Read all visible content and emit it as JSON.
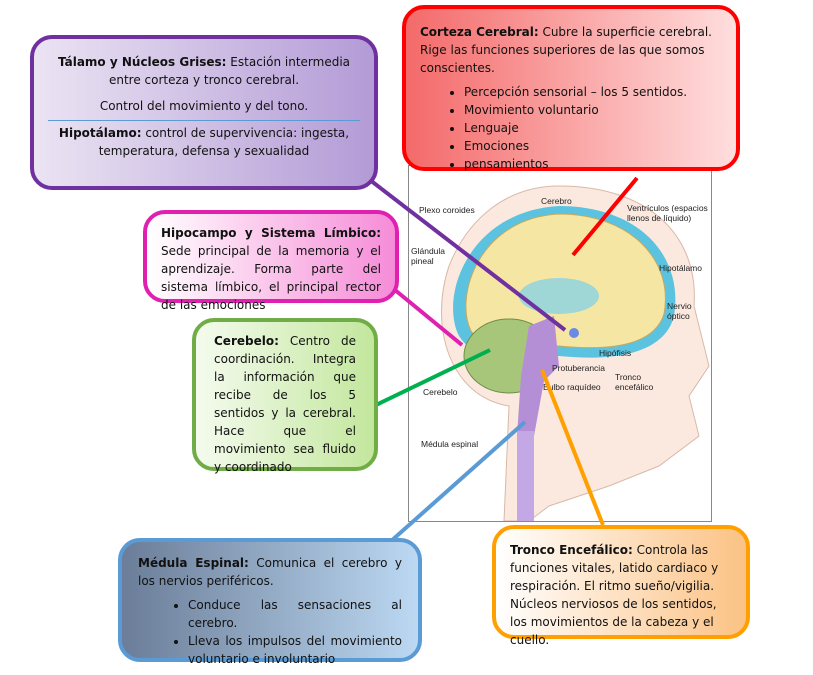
{
  "figure": {
    "labels": {
      "plexo": "Plexo coroides",
      "cerebro": "Cerebro",
      "ventriculos1": "Ventrículos (espacios",
      "ventriculos2": "llenos de líquido)",
      "glandula1": "Glándula",
      "glandula2": "pineal",
      "hipotalamo": "Hipotálamo",
      "nervio1": "Nervio",
      "nervio2": "óptico",
      "hipofisis": "Hipófisis",
      "protuberancia": "Protuberancia",
      "bulbo": "Bulbo raquídeo",
      "tronco1": "Tronco",
      "tronco2": "encefálico",
      "cerebelo": "Cerebelo",
      "medula": "Médula espinal"
    }
  },
  "talamo": {
    "title": "Tálamo y Núcleos Grises:",
    "text": " Estación intermedia entre corteza y tronco cerebral.",
    "line2": "Control del movimiento y del tono.",
    "hipo_title": "Hipotálamo:",
    "hipo_text": " control de supervivencia: ingesta, temperatura, defensa y sexualidad"
  },
  "corteza": {
    "title": "Corteza Cerebral:",
    "text": " Cubre la superficie cerebral. Rige las funciones superiores de las que somos conscientes.",
    "items": [
      "Percepción sensorial – los 5 sentidos.",
      "Movimiento voluntario",
      "Lenguaje",
      "Emociones",
      "pensamientos"
    ]
  },
  "hipocampo": {
    "title": "Hipocampo y Sistema Límbico:",
    "text": " Sede principal de la memoria y el aprendizaje. Forma parte del sistema límbico, el principal rector de las emociones"
  },
  "cerebelo": {
    "title": "Cerebelo:",
    "text": " Centro de coordinación. Integra la información que recibe de los 5 sentidos y la cerebral. Hace que el movimiento sea fluido y coordinado"
  },
  "medula": {
    "title": "Médula Espinal:",
    "text": " Comunica el cerebro y los nervios periféricos.",
    "items": [
      "Conduce las sensaciones al cerebro.",
      "Lleva los impulsos del movimiento voluntario e involuntario"
    ]
  },
  "tronco": {
    "title": "Tronco Encefálico:",
    "text": " Controla las funciones vitales, latido cardiaco y respiración. El ritmo sueño/vigilia. Núcleos nerviosos de los sentidos, los movimientos de la cabeza y el cuello."
  },
  "colors": {
    "purple": "#7030a0",
    "red": "#ff0000",
    "magenta": "#e020b0",
    "green": "#4faa3a",
    "blue": "#5b9bd5",
    "orange": "#ffa000"
  }
}
